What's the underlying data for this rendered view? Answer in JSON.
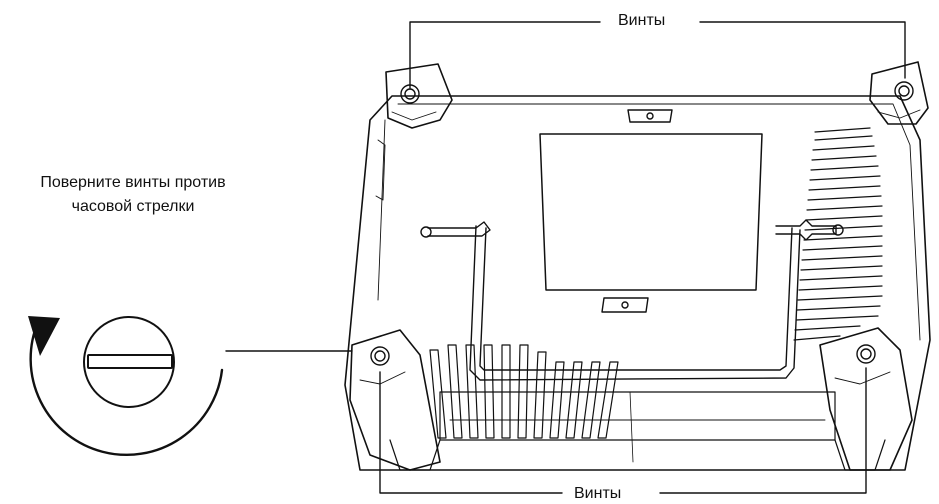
{
  "labels": {
    "screws_top": "Винты",
    "screws_bottom": "Винты",
    "instruction_line1": "Поверните винты против",
    "instruction_line2": "часовой стрелки"
  },
  "colors": {
    "line": "#111111",
    "background": "#ffffff"
  }
}
